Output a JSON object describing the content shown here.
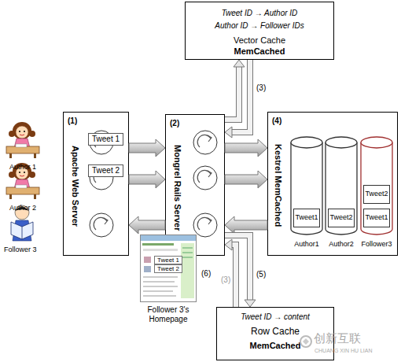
{
  "diagram": {
    "nodes": [
      {
        "text": [
          "Tweet ID → Author ID",
          "Author ID → Follower IDs",
          "Vector Cache",
          "MemCached"
        ]
      },
      {
        "text": [
          "(1)",
          "Apache Web Server"
        ]
      },
      {
        "text": [
          "(2)",
          "Mongrel Rails Server"
        ]
      },
      {
        "text": [
          "(4)",
          "Kestrel MemCached"
        ]
      },
      {
        "text": [
          "Author1"
        ],
        "in": 3
      },
      {
        "text": [
          "Tweet1"
        ],
        "in": 4
      },
      {
        "text": [
          "Author2"
        ],
        "in": 3
      },
      {
        "text": [
          "Tweet2"
        ],
        "in": 6
      },
      {
        "text": [
          "Follower3"
        ],
        "in": 3
      },
      {
        "text": [
          "Tweet2"
        ],
        "in": 8
      },
      {
        "text": [
          "Tweet1"
        ],
        "in": 8
      },
      {
        "text": [
          "Follower 3's Homepage"
        ]
      },
      {
        "text": [
          "Tweet 1"
        ],
        "in": 11
      },
      {
        "text": [
          "Tweet 2"
        ],
        "in": 11
      },
      {
        "text": [
          "Tweet ID → content",
          "Row Cache",
          "MemCached"
        ]
      }
    ],
    "edges": [
      {
        "from": 1,
        "to": 2,
        "arrow": "to",
        "label": "Tweet 1"
      },
      {
        "from": 1,
        "to": 2,
        "arrow": "to",
        "label": "Tweet 2"
      },
      {
        "from": 2,
        "to": 1,
        "arrow": "to"
      },
      {
        "from": 0,
        "to": 2,
        "arrow": "to",
        "label": "(3)"
      },
      {
        "from": 2,
        "to": 0,
        "arrow": "to"
      },
      {
        "from": 2,
        "to": 3,
        "arrow": "to"
      },
      {
        "from": 2,
        "to": 3,
        "arrow": "to"
      },
      {
        "from": 3,
        "to": 2,
        "arrow": "to"
      },
      {
        "from": 14,
        "to": 2,
        "arrow": "to",
        "label": "(3)"
      },
      {
        "from": 2,
        "to": 14,
        "arrow": "to",
        "label": "(5)"
      }
    ],
    "labels": [
      "Author 1",
      "Author 2",
      "Follower 3",
      "(6)",
      "创新互联",
      "CHUANG XIN HU LIAN"
    ]
  }
}
